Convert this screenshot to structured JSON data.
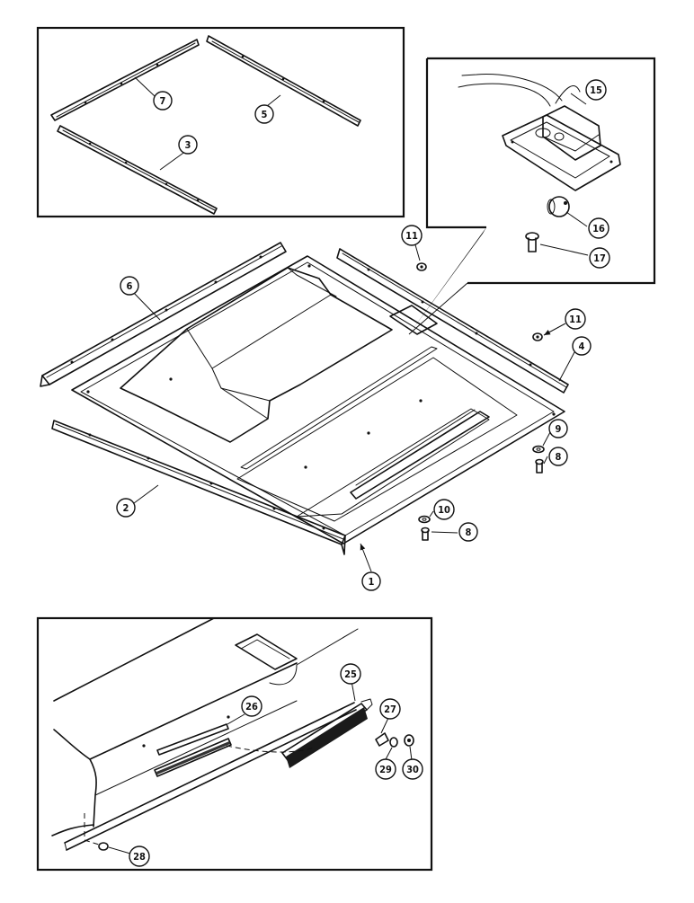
{
  "callouts": {
    "c1": "1",
    "c2": "2",
    "c3": "3",
    "c4": "4",
    "c5": "5",
    "c6": "6",
    "c7": "7",
    "c8a": "8",
    "c8b": "8",
    "c9": "9",
    "c10": "10",
    "c11a": "11",
    "c11b": "11",
    "c15": "15",
    "c16": "16",
    "c17": "17",
    "c25": "25",
    "c26": "26",
    "c27": "27",
    "c28": "28",
    "c29": "29",
    "c30": "30"
  },
  "colors": {
    "ink": "#111111",
    "paper": "#ffffff"
  }
}
